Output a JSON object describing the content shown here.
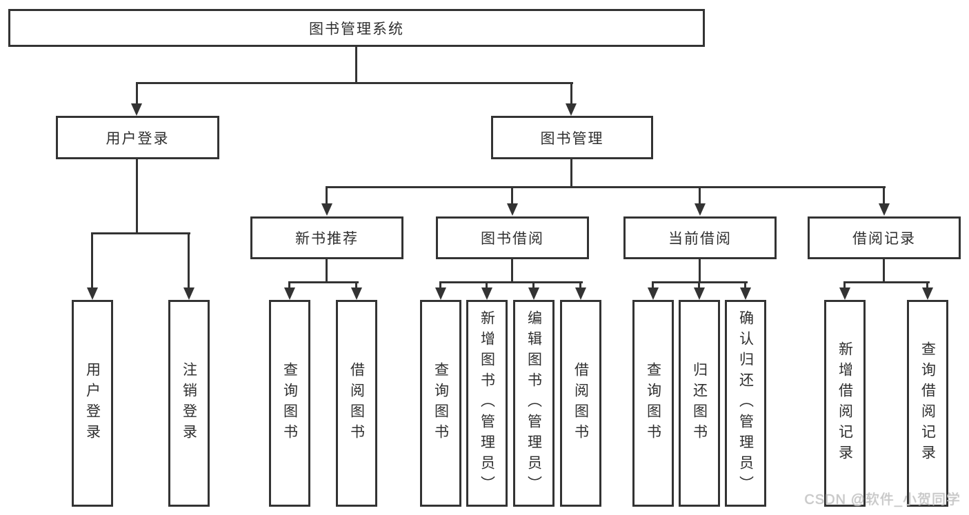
{
  "tree": {
    "root": {
      "label": "图书管理系统",
      "children": [
        {
          "label": "用户登录",
          "children": [
            {
              "label": "用户登录"
            },
            {
              "label": "注销登录"
            }
          ]
        },
        {
          "label": "图书管理",
          "children": [
            {
              "label": "新书推荐",
              "children": [
                {
                  "label": "查询图书"
                },
                {
                  "label": "借阅图书"
                }
              ]
            },
            {
              "label": "图书借阅",
              "children": [
                {
                  "label": "查询图书"
                },
                {
                  "label": "新增图书（管理员）"
                },
                {
                  "label": "编辑图书（管理员）"
                },
                {
                  "label": "借阅图书"
                }
              ]
            },
            {
              "label": "当前借阅",
              "children": [
                {
                  "label": "查询图书"
                },
                {
                  "label": "归还图书"
                },
                {
                  "label": "确认归还（管理员）"
                }
              ]
            },
            {
              "label": "借阅记录",
              "children": [
                {
                  "label": "新增借阅记录"
                },
                {
                  "label": "查询借阅记录"
                }
              ]
            }
          ]
        }
      ]
    }
  },
  "watermark": "CSDN @软件_小贺同学"
}
